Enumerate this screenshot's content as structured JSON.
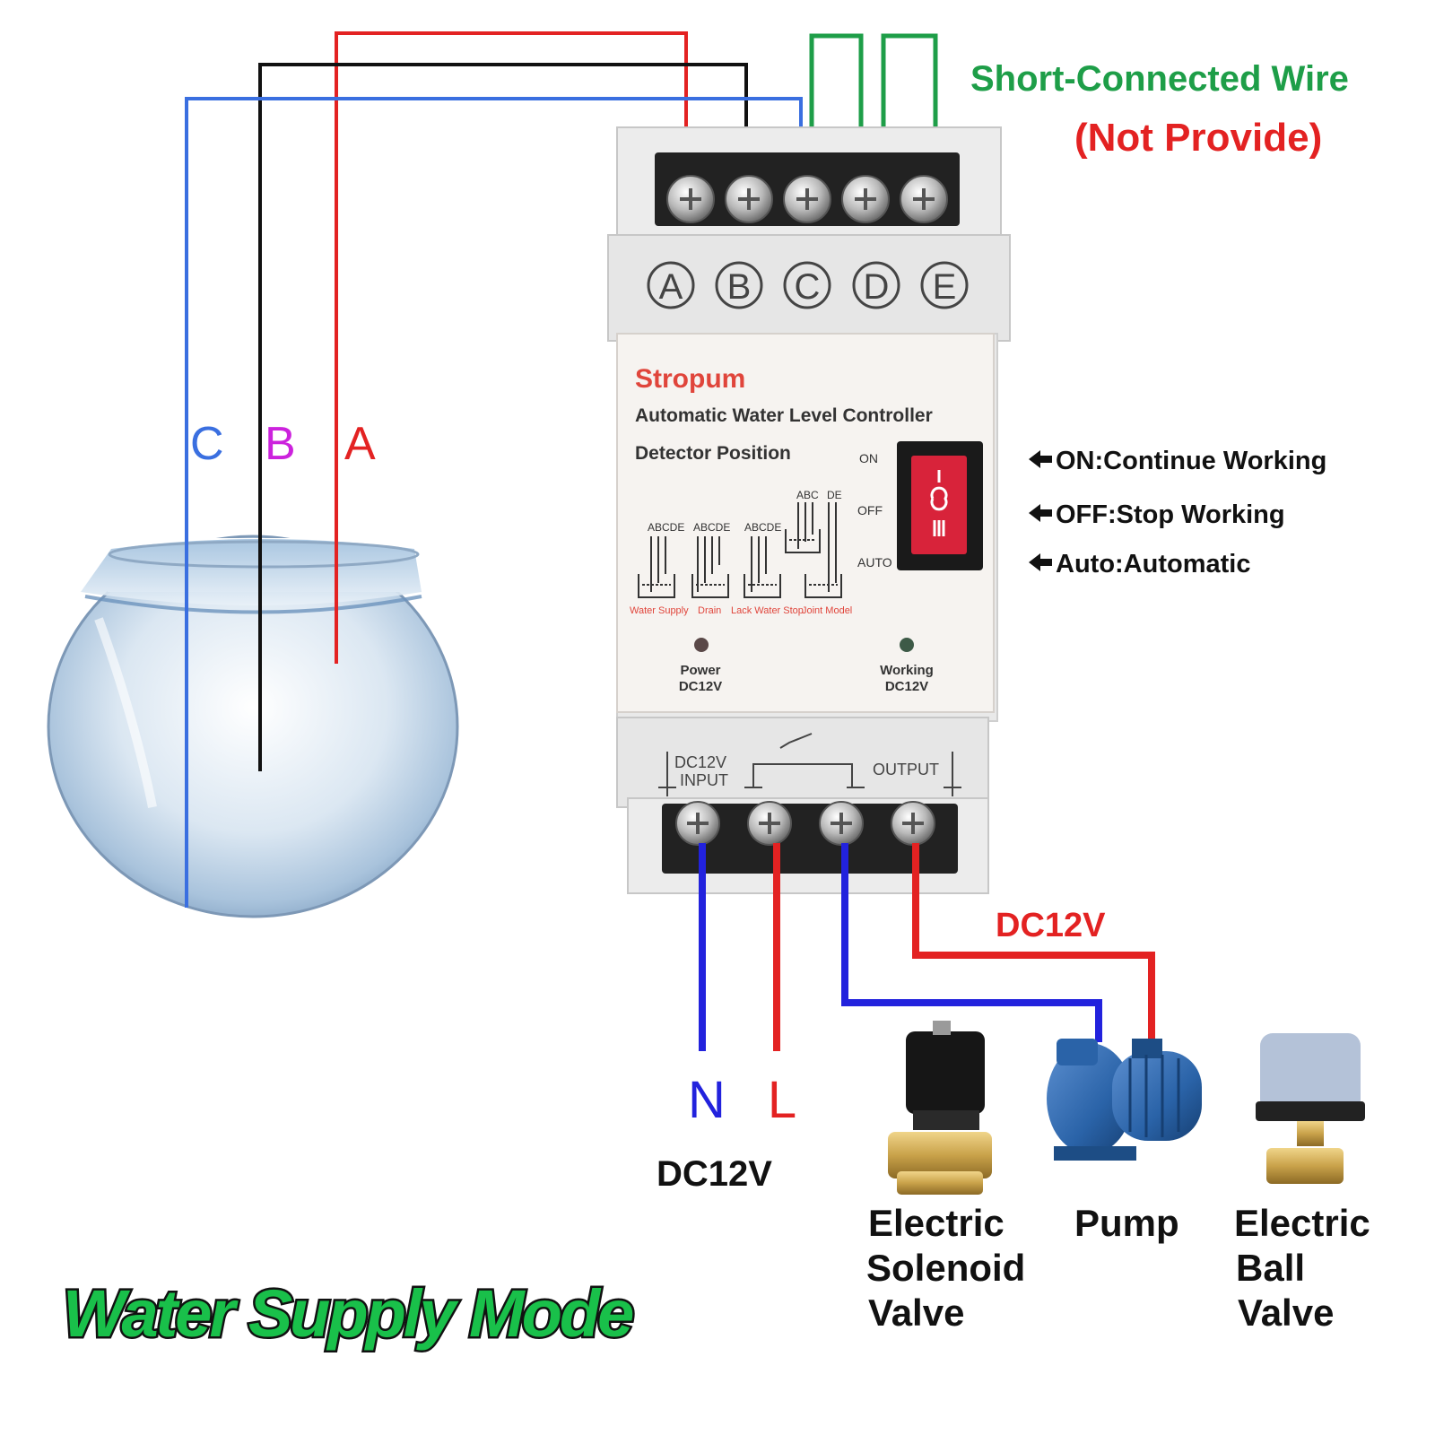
{
  "colors": {
    "red": "#e32222",
    "black": "#111111",
    "blue": "#3a6fe0",
    "dark_blue": "#2222dd",
    "green": "#1e9e48",
    "mode_green": "#19c04a",
    "magenta": "#cc22dd",
    "housing": "#e6e6e6",
    "label_panel": "#f6f3f0",
    "switch_red": "#d8233a",
    "pump_blue": "#2a63a8",
    "brass": "#c9a24a"
  },
  "annotations": {
    "short_wire": "Short-Connected Wire",
    "not_provide": "(Not Provide)",
    "on_note": "ON:Continue Working",
    "off_note": "OFF:Stop Working",
    "auto_note": "Auto:Automatic",
    "dc12v_pump": "DC12V",
    "n_label": "N",
    "l_label": "L",
    "dc12v_supply": "DC12V",
    "mode_title": "Water Supply Mode"
  },
  "probes": {
    "c": "C",
    "b": "B",
    "a": "A"
  },
  "controller": {
    "brand": "Stropum",
    "title": "Automatic Water Level Controller",
    "detector_position": "Detector Position",
    "terminals_top": [
      "A",
      "B",
      "C",
      "D",
      "E"
    ],
    "switch_on": "ON",
    "switch_off": "OFF",
    "switch_auto": "AUTO",
    "mini_abcde": "ABCDE",
    "mini_abc": "ABC",
    "mini_de": "DE",
    "modes": [
      "Water Supply",
      "Drain",
      "Lack Water Stop",
      "Joint Model"
    ],
    "power_label": "Power",
    "power_volt": "DC12V",
    "working_label": "Working",
    "working_volt": "DC12V",
    "input_label_1": "DC12V",
    "input_label_2": "INPUT",
    "output_label": "OUTPUT"
  },
  "devices": {
    "solenoid_1": "Electric",
    "solenoid_2": "Solenoid",
    "solenoid_3": "Valve",
    "pump": "Pump",
    "ball_1": "Electric",
    "ball_2": "Ball",
    "ball_3": "Valve"
  }
}
